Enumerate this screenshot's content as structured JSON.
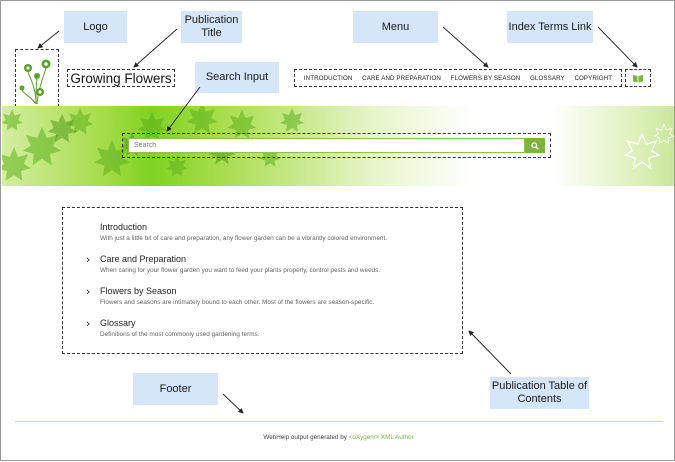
{
  "callouts": {
    "logo": "Logo",
    "publication_title": "Publication Title",
    "search_input": "Search Input",
    "menu": "Menu",
    "index_terms_link": "Index Terms Link",
    "footer": "Footer",
    "publication_toc": "Publication Table of Contents"
  },
  "header": {
    "title": "Growing Flowers",
    "menu": [
      "INTRODUCTION",
      "CARE AND PREPARATION",
      "FLOWERS BY SEASON",
      "GLOSSARY",
      "COPYRIGHT"
    ]
  },
  "search": {
    "placeholder": "Search"
  },
  "toc": [
    {
      "title": "Introduction",
      "desc": "With just a little bit of care and preparation, any flower garden can be a vibrantly colored environment.",
      "expandable": false
    },
    {
      "title": "Care and Preparation",
      "desc": "When caring for your flower garden you want to feed your plants properly, control pests and weeds.",
      "expandable": true
    },
    {
      "title": "Flowers by Season",
      "desc": "Flowers and seasons are intimately bound to each other. Most of the flowers are season-specific.",
      "expandable": true
    },
    {
      "title": "Glossary",
      "desc": "Definitions of the most commonly used gardening terms.",
      "expandable": true
    }
  ],
  "footer": {
    "prefix": "WebHelp output generated by ",
    "link": "<oXygen/> XML Author"
  },
  "colors": {
    "accent": "#7cb342",
    "callout_bg": "#d4e6f8"
  },
  "icons": [
    "flower-logo-icon",
    "book-icon",
    "search-icon",
    "chevron-right-icon",
    "maple-leaf-icon"
  ]
}
